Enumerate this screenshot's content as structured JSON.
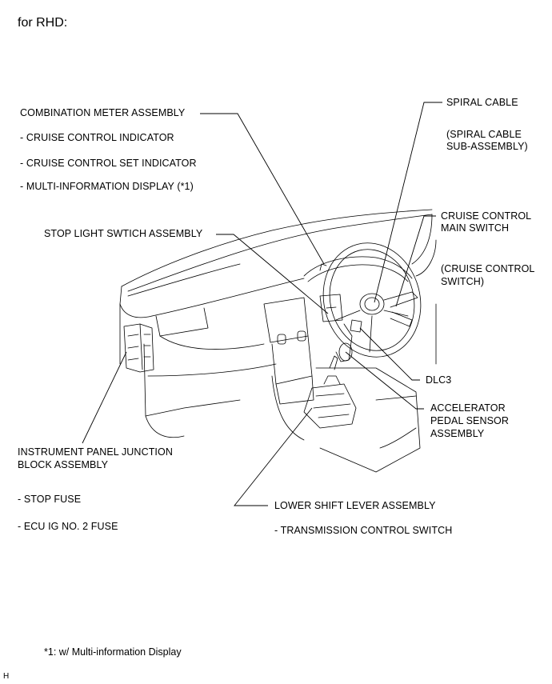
{
  "title": "for RHD:",
  "labels": {
    "combination_meter": "COMBINATION METER ASSEMBLY",
    "cruise_indicator": "- CRUISE CONTROL INDICATOR",
    "cruise_set_indicator": "- CRUISE CONTROL SET INDICATOR",
    "multi_info_display": "- MULTI-INFORMATION DISPLAY  (*1)",
    "stop_light_switch": "STOP LIGHT SWTICH ASSEMBLY",
    "spiral_cable": "SPIRAL CABLE",
    "spiral_cable_sub_1": "(SPIRAL CABLE",
    "spiral_cable_sub_2": "SUB-ASSEMBLY)",
    "cruise_main_switch_1": "CRUISE CONTROL",
    "cruise_main_switch_2": "MAIN SWITCH",
    "cruise_switch_1": "(CRUISE CONTROL",
    "cruise_switch_2": "SWITCH)",
    "dlc3": "DLC3",
    "accel_sensor_1": "ACCELERATOR",
    "accel_sensor_2": "PEDAL SENSOR",
    "accel_sensor_3": "ASSEMBLY",
    "ip_junction_1": "INSTRUMENT PANEL JUNCTION",
    "ip_junction_2": "BLOCK ASSEMBLY",
    "stop_fuse": "- STOP FUSE",
    "ecu_fuse": "- ECU IG NO. 2 FUSE",
    "lower_shift_lever": "LOWER SHIFT LEVER ASSEMBLY",
    "transmission_switch": "- TRANSMISSION CONTROL SWITCH"
  },
  "footnote": "*1: w/ Multi-information Display",
  "figure_code": "H"
}
